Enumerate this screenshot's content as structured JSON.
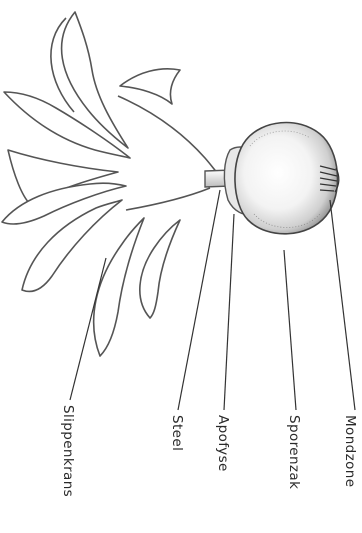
{
  "labels": {
    "mondzone": "Mondzone",
    "sporenzak": "Sporenzak",
    "apofyse": "Apofyse",
    "steel": "Steel",
    "slippenkrans": "Slippenkrans"
  }
}
